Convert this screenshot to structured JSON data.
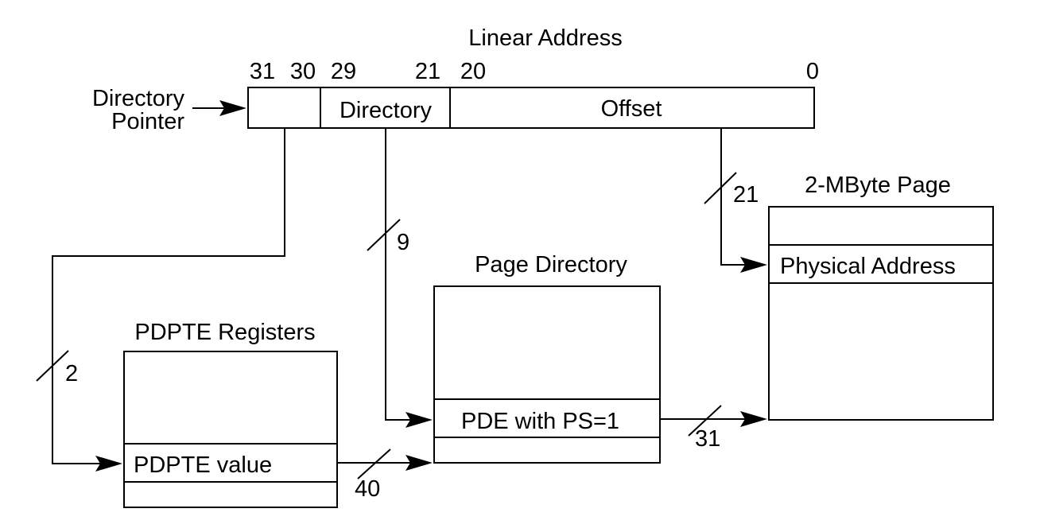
{
  "linear_address": {
    "title": "Linear Address",
    "bit_labels": [
      "31",
      "30",
      "29",
      "21",
      "20",
      "0"
    ],
    "fields": {
      "directory": "Directory",
      "offset": "Offset"
    }
  },
  "directory_pointer": {
    "line1": "Directory",
    "line2": "Pointer"
  },
  "bit_widths": {
    "pointer": "2",
    "directory": "9",
    "offset": "21",
    "pdpte": "40",
    "pde": "31"
  },
  "pdpte_registers": {
    "title": "PDPTE Registers",
    "entry": "PDPTE value"
  },
  "page_directory": {
    "title": "Page Directory",
    "entry": "PDE with PS=1"
  },
  "page": {
    "title": "2-MByte Page",
    "entry": "Physical Address"
  }
}
